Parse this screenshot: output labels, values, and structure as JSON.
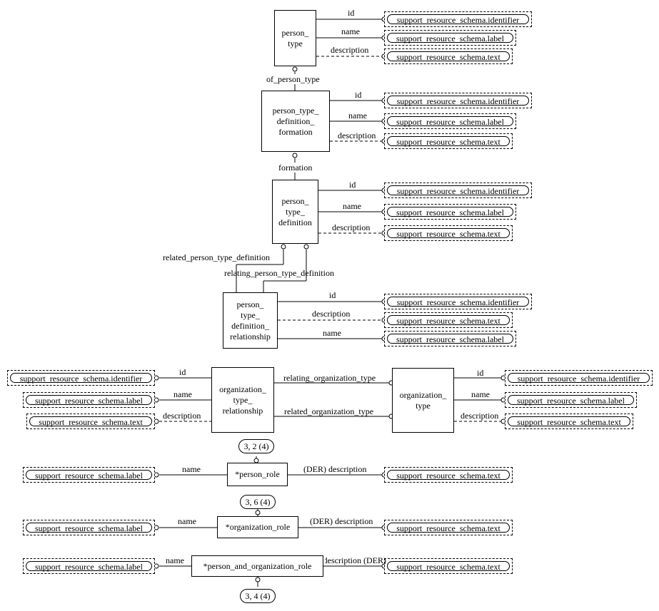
{
  "entities": {
    "person_type": "person_\ntype",
    "person_type_definition_formation": "person_type_\ndefinition_\nformation",
    "person_type_definition": "person_\ntype_\ndefinition",
    "person_type_definition_relationship": "person_\ntype_\ndefinition_\nrelationship",
    "organization_type_relationship": "organization_\ntype_\nrelationship",
    "organization_type": "organization_\ntype",
    "person_role": "*person_role",
    "organization_role": "*organization_role",
    "person_and_organization_role": "*person_and_organization_role"
  },
  "types": {
    "identifier": "support_resource_schema.identifier",
    "label": "support_resource_schema.label",
    "text": "support_resource_schema.text"
  },
  "attributes": {
    "id": "id",
    "name": "name",
    "description": "description",
    "der_description": "(DER) description"
  },
  "relationships": {
    "of_person_type": "of_person_type",
    "formation": "formation",
    "related_person_type_definition": "related_person_type_definition",
    "relating_person_type_definition": "relating_person_type_definition",
    "relating_organization_type": "relating_organization_type",
    "related_organization_type": "related_organization_type"
  },
  "page_refs": {
    "person_role": "3, 2 (4)",
    "organization_role": "3, 6 (4)",
    "person_and_organization_role": "3, 4 (4)"
  }
}
